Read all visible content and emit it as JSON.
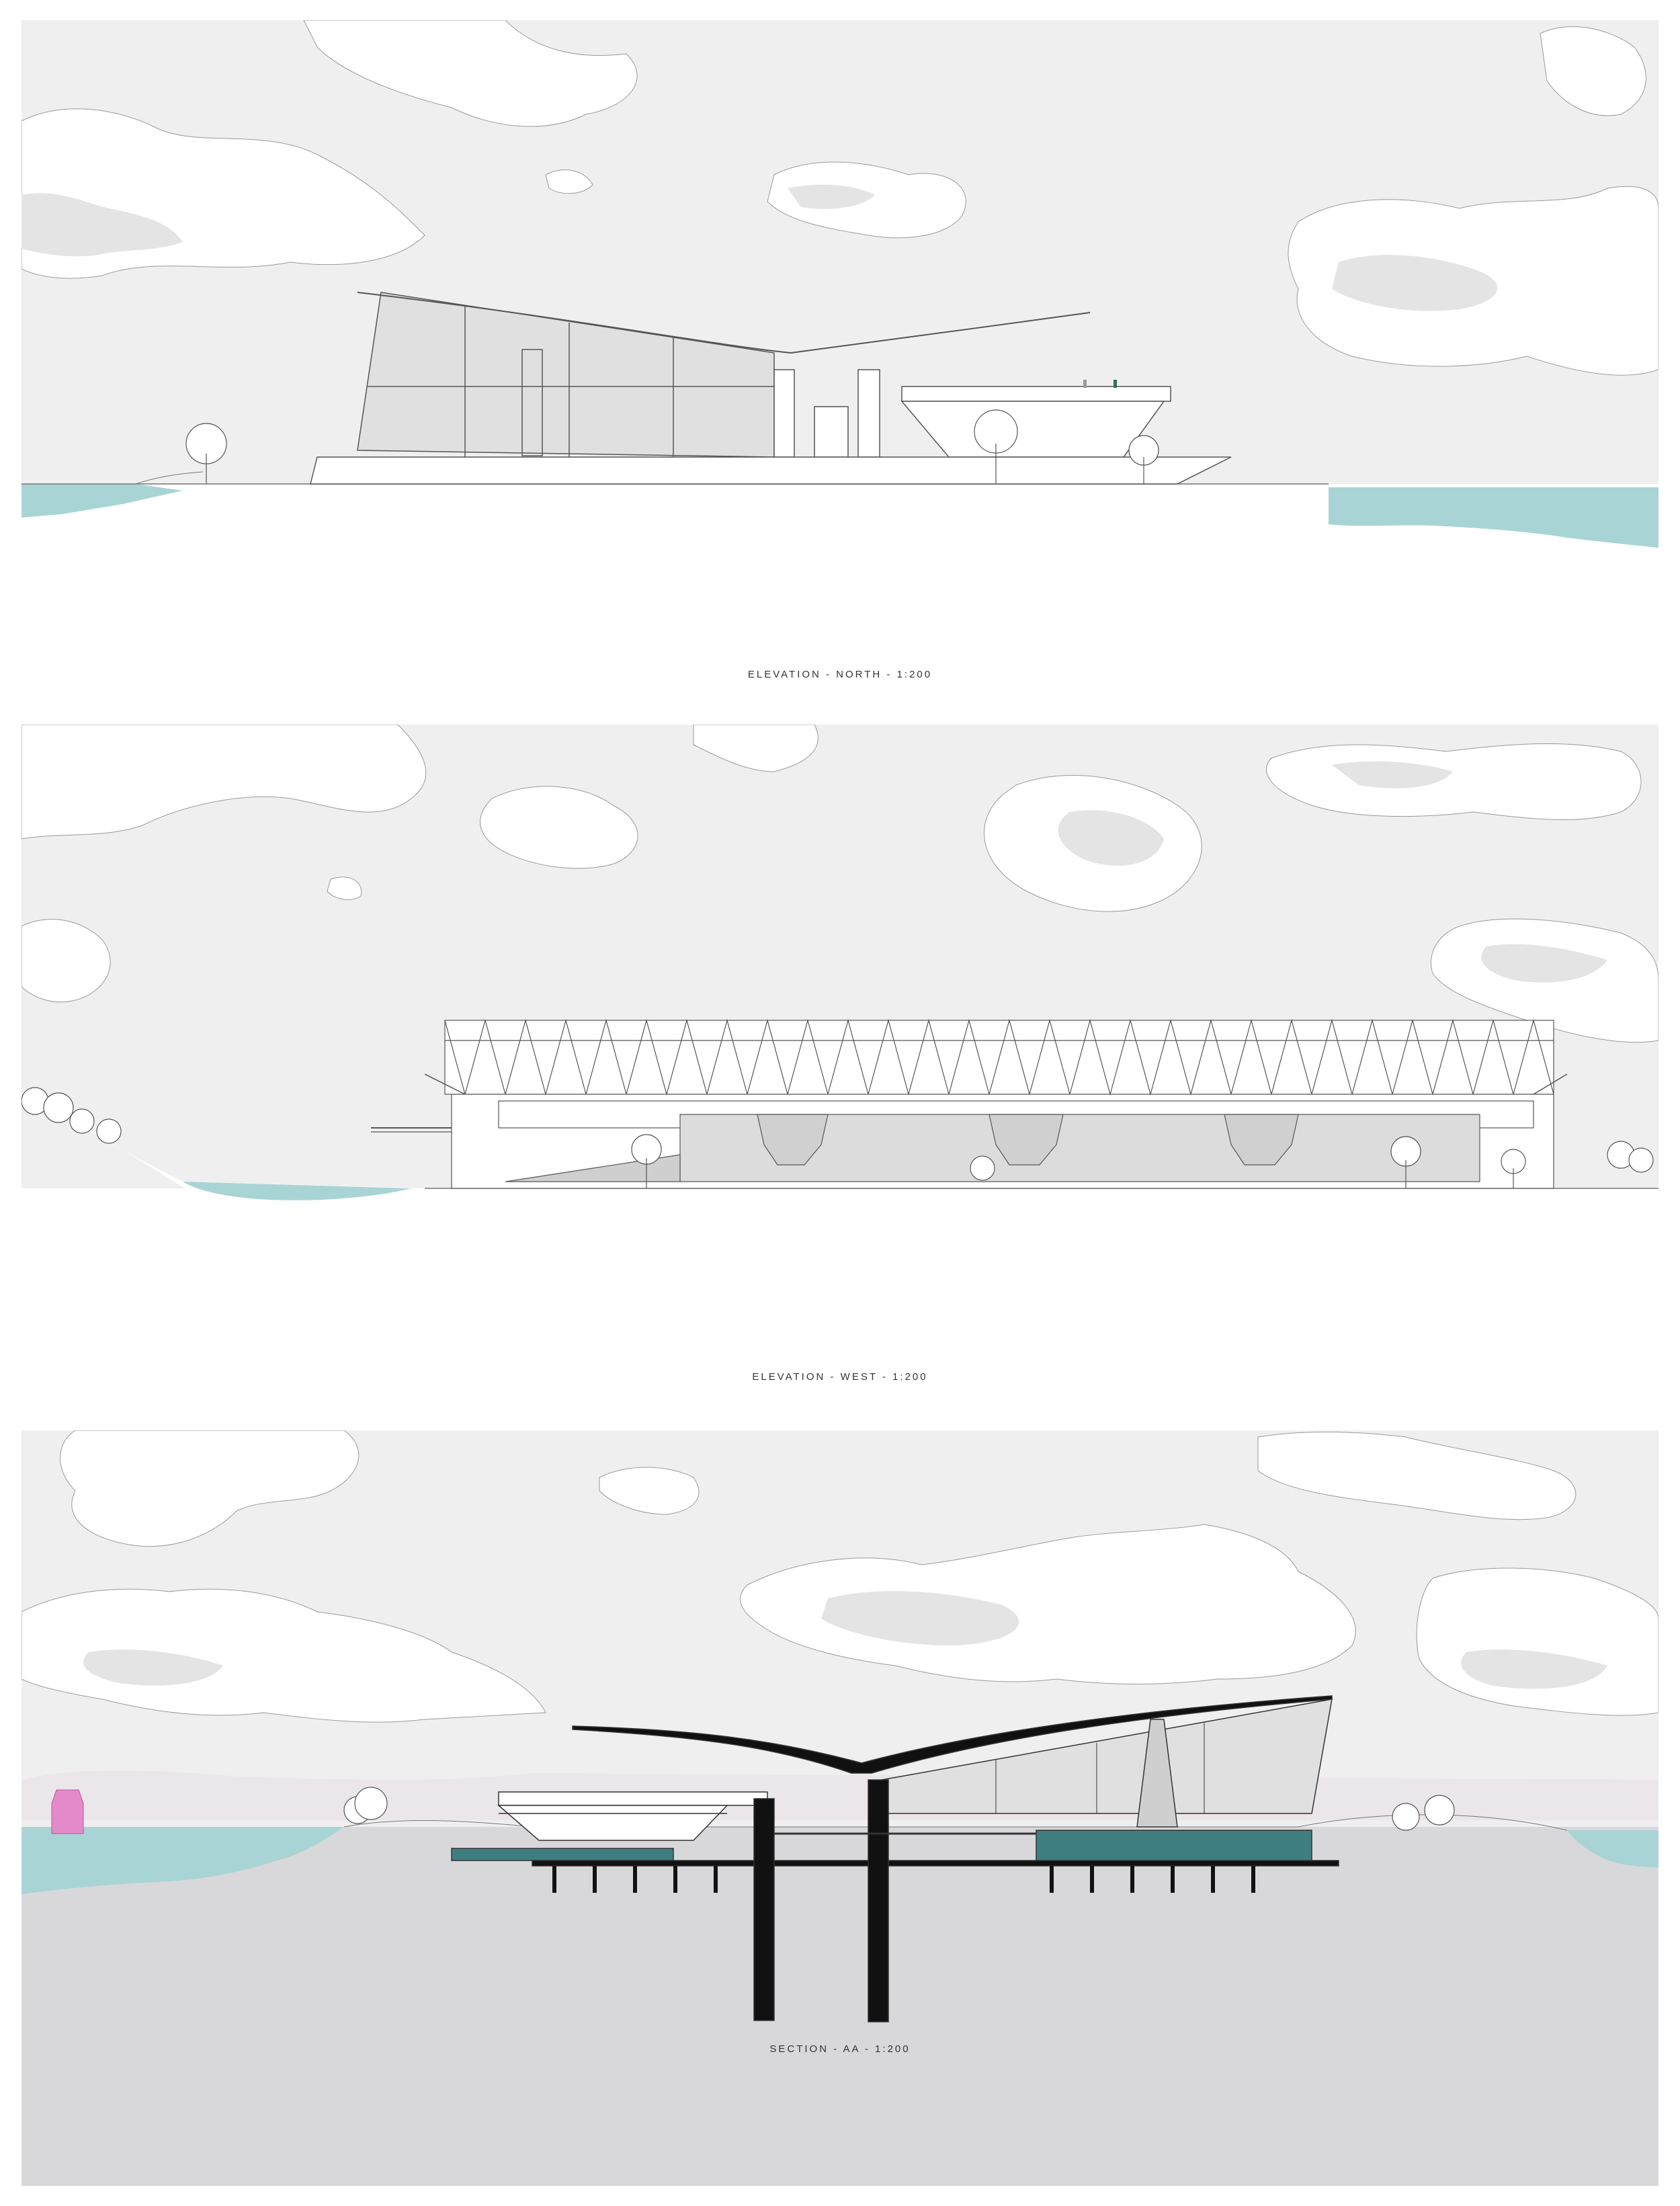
{
  "drawings": [
    {
      "id": "north",
      "caption": "ELEVATION - NORTH - 1:200"
    },
    {
      "id": "west",
      "caption": "ELEVATION - WEST - 1:200"
    },
    {
      "id": "section",
      "caption": "SECTION - AA - 1:200"
    }
  ],
  "colors": {
    "sky": "#efefef",
    "cloud_fill": "#ffffff",
    "cloud_shade": "#e4e4e4",
    "water": "#a9d4d6",
    "pool": "#3f7e80",
    "ground_section": "#d8d8da",
    "glass": "#e0e0e0",
    "line": "#555555",
    "buoy": "#e48ac9"
  },
  "icons": [
    "cloud-icon",
    "tree-icon",
    "person-icon",
    "buoy-icon"
  ]
}
